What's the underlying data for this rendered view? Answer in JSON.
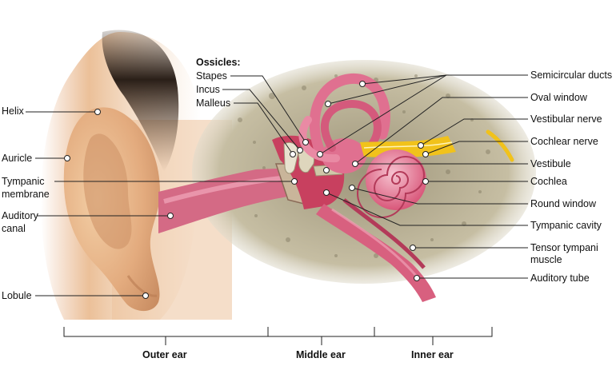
{
  "left_labels": {
    "helix": "Helix",
    "auricle": "Auricle",
    "tympanic_membrane_1": "Tympanic",
    "tympanic_membrane_2": "membrane",
    "auditory_canal_1": "Auditory",
    "auditory_canal_2": "canal",
    "lobule": "Lobule"
  },
  "ossicles": {
    "heading": "Ossicles:",
    "stapes": "Stapes",
    "incus": "Incus",
    "malleus": "Malleus"
  },
  "right_labels": {
    "semicircular_ducts": "Semicircular ducts",
    "oval_window": "Oval window",
    "vestibular_nerve": "Vestibular nerve",
    "cochlear_nerve": "Cochlear nerve",
    "vestibule": "Vestibule",
    "cochlea": "Cochlea",
    "round_window": "Round window",
    "tympanic_cavity": "Tympanic cavity",
    "tensor_tympani_1": "Tensor tympani",
    "tensor_tympani_2": "muscle",
    "auditory_tube": "Auditory tube"
  },
  "regions": {
    "outer": "Outer ear",
    "middle": "Middle ear",
    "inner": "Inner ear"
  },
  "colors": {
    "skin": "#e9b98d",
    "skin_shadow": "#c98d62",
    "hair": "#2e231c",
    "tissue": "#d9577a",
    "tissue_light": "#f2a8bb",
    "bone": "#b8ad8c",
    "nerve": "#f1c21b",
    "line": "#222222"
  }
}
